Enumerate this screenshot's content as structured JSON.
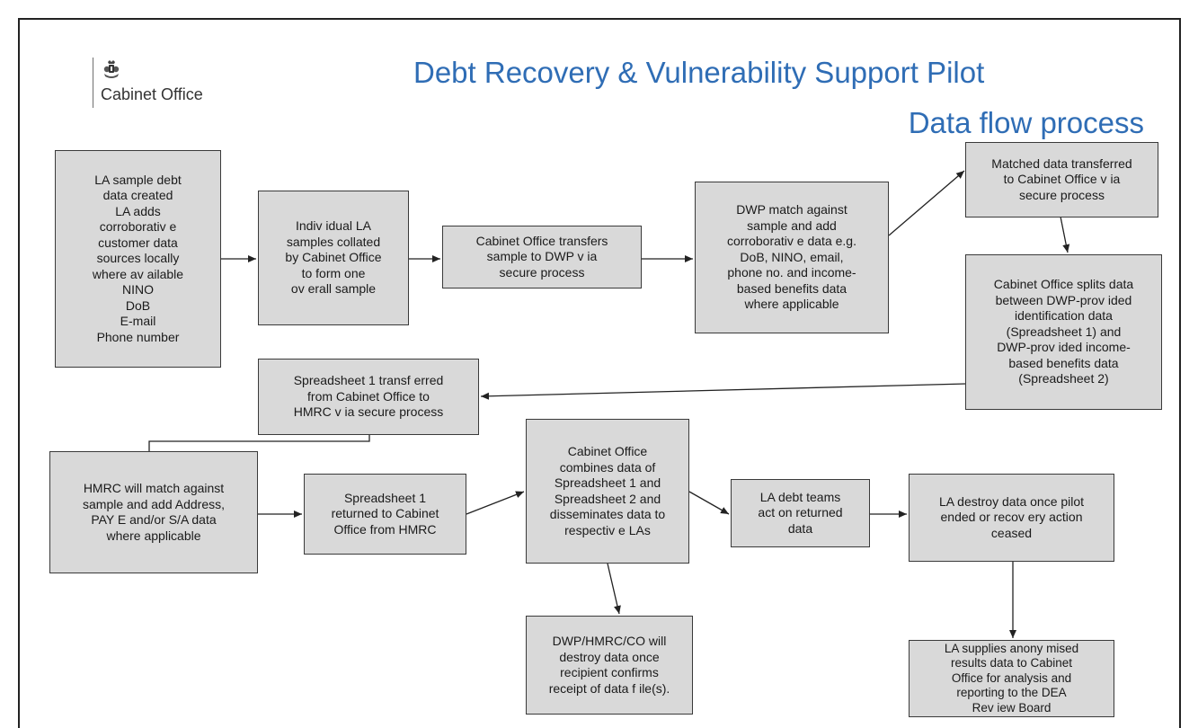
{
  "header": {
    "org_name": "Cabinet Office",
    "title_line1": "Debt Recovery & Vulnerability Support Pilot",
    "title_line2": "Data flow process"
  },
  "flow": {
    "boxes": [
      {
        "id": "la-sample",
        "text": "LA sample debt\ndata created\nLA adds\ncorroborativ e\ncustomer data\nsources locally\nwhere av ailable\nNINO\nDoB\nE-mail\nPhone number"
      },
      {
        "id": "la-collate",
        "text": "Indiv idual LA\nsamples collated\nby Cabinet Office\nto form one\nov erall sample"
      },
      {
        "id": "co-transfer-dwp",
        "text": "Cabinet Office transfers\nsample to DWP v ia\nsecure process"
      },
      {
        "id": "dwp-match",
        "text": "DWP match against\nsample and add\ncorroborativ e data e.g.\nDoB, NINO, email,\nphone no. and income-\nbased benefits data\nwhere applicable"
      },
      {
        "id": "matched-transfer",
        "text": "Matched data transferred\nto Cabinet Office v ia\nsecure process"
      },
      {
        "id": "co-split",
        "text": "Cabinet Office splits data\nbetween DWP-prov ided\nidentification data\n(Spreadsheet 1) and\nDWP-prov ided income-\nbased benefits data\n(Spreadsheet 2)"
      },
      {
        "id": "ss1-transfer-hmrc",
        "text": "Spreadsheet 1 transf erred\nfrom Cabinet Office to\nHMRC v ia secure process"
      },
      {
        "id": "hmrc-match",
        "text": "HMRC will match against\nsample and add Address,\nPAY E and/or S/A data\nwhere applicable"
      },
      {
        "id": "ss1-returned",
        "text": "Spreadsheet 1\nreturned to Cabinet\nOffice from HMRC"
      },
      {
        "id": "co-combine",
        "text": "Cabinet Office\ncombines data of\nSpreadsheet 1 and\nSpreadsheet 2 and\ndisseminates data to\nrespectiv e LAs"
      },
      {
        "id": "la-debt-teams",
        "text": "LA debt teams\nact on returned\ndata"
      },
      {
        "id": "la-destroy",
        "text": "LA destroy data once pilot\nended or recov ery action\nceased"
      },
      {
        "id": "agencies-destroy",
        "text": "DWP/HMRC/CO will\ndestroy data once\nrecipient confirms\nreceipt of data f ile(s)."
      },
      {
        "id": "la-results",
        "text": "LA supplies anony mised\nresults data to Cabinet\nOffice for analysis and\nreporting to the DEA\nRev iew Board"
      }
    ]
  }
}
